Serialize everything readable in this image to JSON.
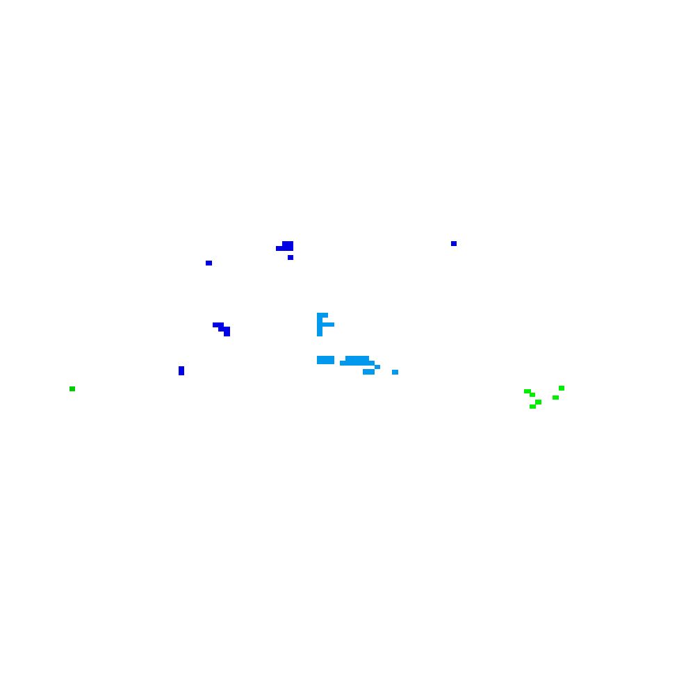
{
  "colors": {
    "background": "#ffffff",
    "dark_blue": "#0000e6",
    "light_blue": "#0099ee",
    "bright_green": "#00ee00",
    "medium_green": "#00cc00"
  },
  "clusters": [
    {
      "name": "dark-blue-cluster",
      "color_key": "dark_blue",
      "pixel_count": 8
    },
    {
      "name": "light-blue-cluster",
      "color_key": "light_blue",
      "pixel_count": 9
    },
    {
      "name": "green-cluster",
      "color_key": "bright_green",
      "pixel_count": 6
    },
    {
      "name": "isolated-green-dot",
      "color_key": "medium_green",
      "pixel_count": 1
    }
  ]
}
